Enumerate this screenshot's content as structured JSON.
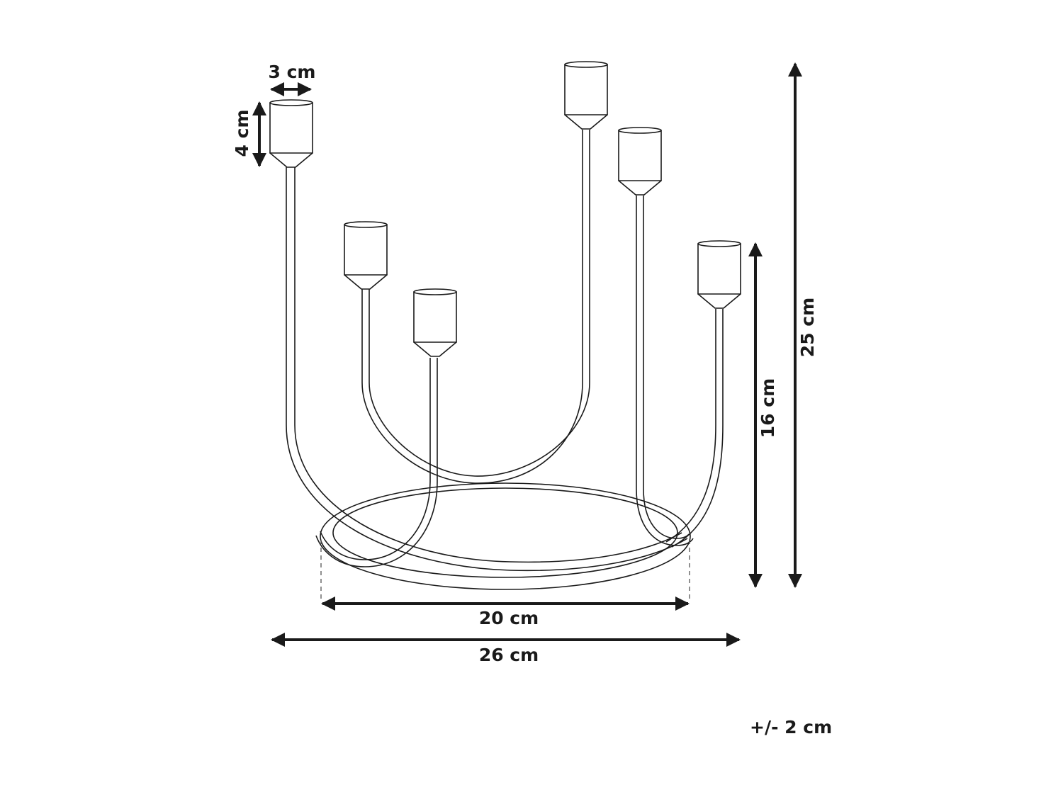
{
  "diagram": {
    "dimensions": {
      "holder_width": "3 cm",
      "holder_height": "4 cm",
      "total_height": "25 cm",
      "base_height": "16 cm",
      "base_diameter": "20 cm",
      "total_width": "26 cm"
    },
    "tolerance": "+/- 2 cm",
    "line_color": "#1a1a1a",
    "background": "#ffffff"
  }
}
